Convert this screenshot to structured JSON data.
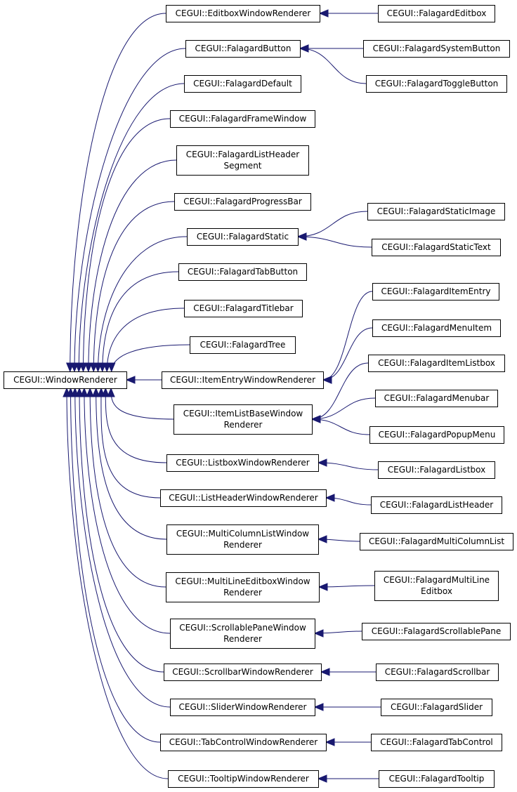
{
  "diagram": {
    "root": "CEGUI::WindowRenderer",
    "nodes": [
      {
        "id": "wr",
        "lines": [
          "CEGUI::WindowRenderer"
        ]
      },
      {
        "id": "editbox_wr",
        "lines": [
          "CEGUI::EditboxWindowRenderer"
        ]
      },
      {
        "id": "fal_button",
        "lines": [
          "CEGUI::FalagardButton"
        ]
      },
      {
        "id": "fal_default",
        "lines": [
          "CEGUI::FalagardDefault"
        ]
      },
      {
        "id": "fal_framewindow",
        "lines": [
          "CEGUI::FalagardFrameWindow"
        ]
      },
      {
        "id": "fal_listheaderseg",
        "lines": [
          "CEGUI::FalagardListHeader",
          "Segment"
        ]
      },
      {
        "id": "fal_progressbar",
        "lines": [
          "CEGUI::FalagardProgressBar"
        ]
      },
      {
        "id": "fal_static",
        "lines": [
          "CEGUI::FalagardStatic"
        ]
      },
      {
        "id": "fal_tabbutton",
        "lines": [
          "CEGUI::FalagardTabButton"
        ]
      },
      {
        "id": "fal_titlebar",
        "lines": [
          "CEGUI::FalagardTitlebar"
        ]
      },
      {
        "id": "fal_tree",
        "lines": [
          "CEGUI::FalagardTree"
        ]
      },
      {
        "id": "itementry_wr",
        "lines": [
          "CEGUI::ItemEntryWindowRenderer"
        ]
      },
      {
        "id": "itemlistbase_wr",
        "lines": [
          "CEGUI::ItemListBaseWindow",
          "Renderer"
        ]
      },
      {
        "id": "listbox_wr",
        "lines": [
          "CEGUI::ListboxWindowRenderer"
        ]
      },
      {
        "id": "listheader_wr",
        "lines": [
          "CEGUI::ListHeaderWindowRenderer"
        ]
      },
      {
        "id": "multicol_wr",
        "lines": [
          "CEGUI::MultiColumnListWindow",
          "Renderer"
        ]
      },
      {
        "id": "multiline_wr",
        "lines": [
          "CEGUI::MultiLineEditboxWindow",
          "Renderer"
        ]
      },
      {
        "id": "scrollpane_wr",
        "lines": [
          "CEGUI::ScrollablePaneWindow",
          "Renderer"
        ]
      },
      {
        "id": "scrollbar_wr",
        "lines": [
          "CEGUI::ScrollbarWindowRenderer"
        ]
      },
      {
        "id": "slider_wr",
        "lines": [
          "CEGUI::SliderWindowRenderer"
        ]
      },
      {
        "id": "tabcontrol_wr",
        "lines": [
          "CEGUI::TabControlWindowRenderer"
        ]
      },
      {
        "id": "tooltip_wr",
        "lines": [
          "CEGUI::TooltipWindowRenderer"
        ]
      },
      {
        "id": "fal_editbox",
        "lines": [
          "CEGUI::FalagardEditbox"
        ]
      },
      {
        "id": "fal_systembutton",
        "lines": [
          "CEGUI::FalagardSystemButton"
        ]
      },
      {
        "id": "fal_togglebutton",
        "lines": [
          "CEGUI::FalagardToggleButton"
        ]
      },
      {
        "id": "fal_staticimage",
        "lines": [
          "CEGUI::FalagardStaticImage"
        ]
      },
      {
        "id": "fal_statictext",
        "lines": [
          "CEGUI::FalagardStaticText"
        ]
      },
      {
        "id": "fal_itementry",
        "lines": [
          "CEGUI::FalagardItemEntry"
        ]
      },
      {
        "id": "fal_menuitem",
        "lines": [
          "CEGUI::FalagardMenuItem"
        ]
      },
      {
        "id": "fal_itemlistbox",
        "lines": [
          "CEGUI::FalagardItemListbox"
        ]
      },
      {
        "id": "fal_menubar",
        "lines": [
          "CEGUI::FalagardMenubar"
        ]
      },
      {
        "id": "fal_popupmenu",
        "lines": [
          "CEGUI::FalagardPopupMenu"
        ]
      },
      {
        "id": "fal_listbox",
        "lines": [
          "CEGUI::FalagardListbox"
        ]
      },
      {
        "id": "fal_listheader",
        "lines": [
          "CEGUI::FalagardListHeader"
        ]
      },
      {
        "id": "fal_multicol",
        "lines": [
          "CEGUI::FalagardMultiColumnList"
        ]
      },
      {
        "id": "fal_multiline",
        "lines": [
          "CEGUI::FalagardMultiLine",
          "Editbox"
        ]
      },
      {
        "id": "fal_scrollpane",
        "lines": [
          "CEGUI::FalagardScrollablePane"
        ]
      },
      {
        "id": "fal_scrollbar",
        "lines": [
          "CEGUI::FalagardScrollbar"
        ]
      },
      {
        "id": "fal_slider",
        "lines": [
          "CEGUI::FalagardSlider"
        ]
      },
      {
        "id": "fal_tabcontrol",
        "lines": [
          "CEGUI::FalagardTabControl"
        ]
      },
      {
        "id": "fal_tooltip",
        "lines": [
          "CEGUI::FalagardTooltip"
        ]
      }
    ],
    "edges": [
      {
        "child": "editbox_wr",
        "parent": "wr"
      },
      {
        "child": "fal_button",
        "parent": "wr"
      },
      {
        "child": "fal_default",
        "parent": "wr"
      },
      {
        "child": "fal_framewindow",
        "parent": "wr"
      },
      {
        "child": "fal_listheaderseg",
        "parent": "wr"
      },
      {
        "child": "fal_progressbar",
        "parent": "wr"
      },
      {
        "child": "fal_static",
        "parent": "wr"
      },
      {
        "child": "fal_tabbutton",
        "parent": "wr"
      },
      {
        "child": "fal_titlebar",
        "parent": "wr"
      },
      {
        "child": "fal_tree",
        "parent": "wr"
      },
      {
        "child": "itementry_wr",
        "parent": "wr"
      },
      {
        "child": "itemlistbase_wr",
        "parent": "wr"
      },
      {
        "child": "listbox_wr",
        "parent": "wr"
      },
      {
        "child": "listheader_wr",
        "parent": "wr"
      },
      {
        "child": "multicol_wr",
        "parent": "wr"
      },
      {
        "child": "multiline_wr",
        "parent": "wr"
      },
      {
        "child": "scrollpane_wr",
        "parent": "wr"
      },
      {
        "child": "scrollbar_wr",
        "parent": "wr"
      },
      {
        "child": "slider_wr",
        "parent": "wr"
      },
      {
        "child": "tabcontrol_wr",
        "parent": "wr"
      },
      {
        "child": "tooltip_wr",
        "parent": "wr"
      },
      {
        "child": "fal_editbox",
        "parent": "editbox_wr"
      },
      {
        "child": "fal_systembutton",
        "parent": "fal_button"
      },
      {
        "child": "fal_togglebutton",
        "parent": "fal_button"
      },
      {
        "child": "fal_staticimage",
        "parent": "fal_static"
      },
      {
        "child": "fal_statictext",
        "parent": "fal_static"
      },
      {
        "child": "fal_itementry",
        "parent": "itementry_wr"
      },
      {
        "child": "fal_menuitem",
        "parent": "itementry_wr"
      },
      {
        "child": "fal_itemlistbox",
        "parent": "itemlistbase_wr"
      },
      {
        "child": "fal_menubar",
        "parent": "itemlistbase_wr"
      },
      {
        "child": "fal_popupmenu",
        "parent": "itemlistbase_wr"
      },
      {
        "child": "fal_listbox",
        "parent": "listbox_wr"
      },
      {
        "child": "fal_listheader",
        "parent": "listheader_wr"
      },
      {
        "child": "fal_multicol",
        "parent": "multicol_wr"
      },
      {
        "child": "fal_multiline",
        "parent": "multiline_wr"
      },
      {
        "child": "fal_scrollpane",
        "parent": "scrollpane_wr"
      },
      {
        "child": "fal_scrollbar",
        "parent": "scrollbar_wr"
      },
      {
        "child": "fal_slider",
        "parent": "slider_wr"
      },
      {
        "child": "fal_tabcontrol",
        "parent": "tabcontrol_wr"
      },
      {
        "child": "fal_tooltip",
        "parent": "tooltip_wr"
      }
    ],
    "colors": {
      "edge": "#191970",
      "node_border": "#000000",
      "background": "#ffffff"
    }
  }
}
